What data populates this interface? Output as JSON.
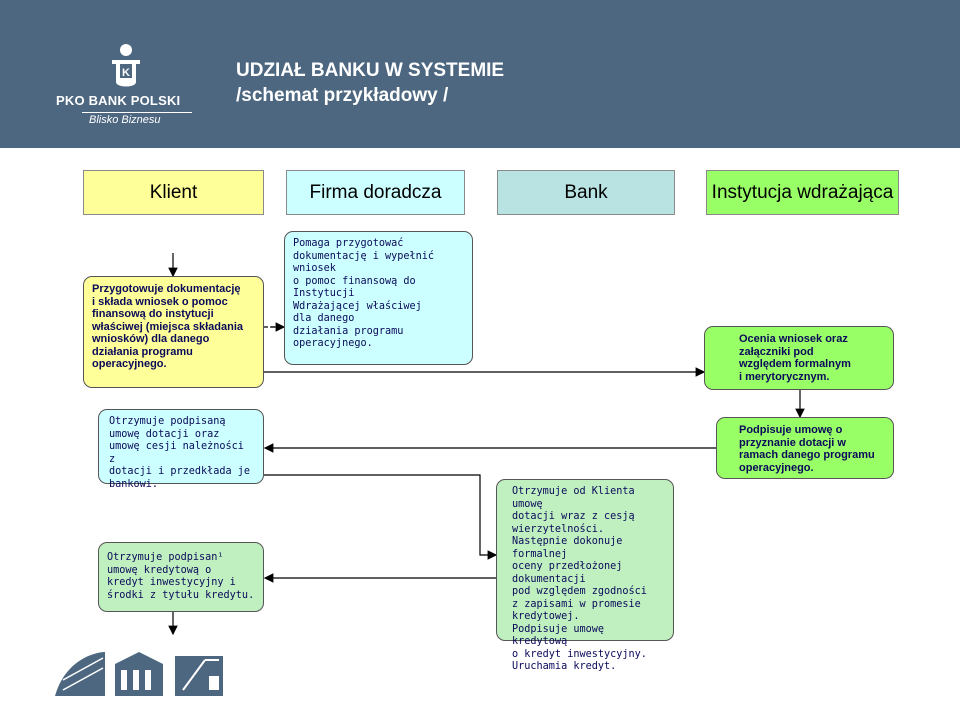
{
  "header": {
    "logo_text": "PKO BANK POLSKI",
    "logo_subtitle": "Blisko Biznesu",
    "title_line1": "UDZIAŁ BANKU W  SYSTEMIE",
    "title_line2": "/schemat przykładowy /"
  },
  "columns": [
    {
      "label": "Klient",
      "color": "#ffff99"
    },
    {
      "label": "Firma doradcza",
      "color": "#ccffff"
    },
    {
      "label": "Bank",
      "color": "#b9e3e3"
    },
    {
      "label": "Instytucja wdrażająca",
      "color": "#99ff66"
    }
  ],
  "boxes": {
    "klient_1": "Przygotowuje dokumentację\ni składa wniosek o pomoc\nfinansową do instytucji\nwłaściwej (miejsca składania\nwniosków) dla danego\ndziałania programu\noperacyjnego.",
    "doradca_1": "Pomaga przygotować\ndokumentację i wypełnić\nwniosek\no pomoc finansową do\nInstytucji\nWdrażającej właściwej\ndla danego\ndziałania programu\noperacyjnego.",
    "instytucja_1": "Ocenia wniosek oraz\nzałączniki pod\nwzględem formalnym\ni merytorycznym.",
    "klient_2": "Otrzymuje podpisaną\numowę dotacji oraz\numowę cesji należności z\ndotacji i przedkłada je\nbankowi.",
    "instytucja_2": "Podpisuje umowę o\nprzyznanie dotacji w\nramach danego programu\noperacyjnego.",
    "bank_1": "Otrzymuje od Klienta umowę\ndotacji wraz z cesją\nwierzytelności.\nNastępnie dokonuje formalnej\noceny przedłożonej\ndokumentacji\npod względem zgodności\nz zapisami w promesie\nkredytowej.\nPodpisuje umowę kredytową\no kredyt inwestycyjny.\nUruchamia kredyt.",
    "klient_3": "Otrzymuje podpisan¹\numowę kredytową o\nkredyt inwestycyjny i\nśrodki z tytułu kredytu."
  },
  "colors": {
    "header_bg": "#4d6781",
    "bank_box": "#c0f0c0"
  }
}
